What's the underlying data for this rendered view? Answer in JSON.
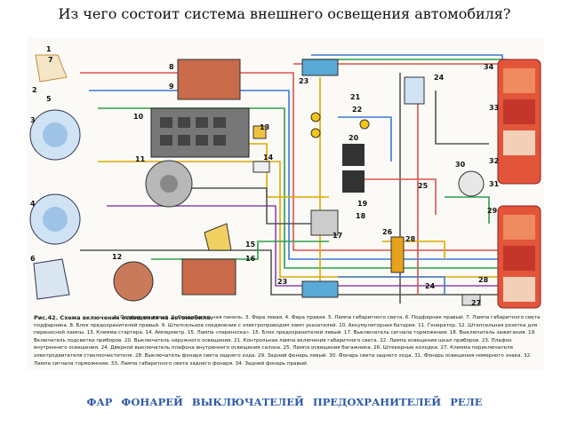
{
  "title": "Из чего состоит система внешнего освещения автомобиля?",
  "caption": {
    "heading": "Рис.42. Схема включения освещения на автомобиле.",
    "body": "1. Подфарник левый. 2. Соединительная панель. 3. Фара левая. 4. Фара правая. 5. Лампа габаритного света. 6. Подфарник правый. 7. Лампа габаритного света подфарника. 8. Блок предохранителей правый. 9. Штепсельное соединение с электропроводом ламп указателей. 10. Аккумуляторная батарея. 11. Генератор. 12. Штепсельная розетка для переносной лампы. 13. Клемма стартера. 14. Амперметр. 15. Лампа «переноска». 15. Блок предохранителей левый. 17. Выключатель сигнала торможения. 18. Выключатель зажигания. 19. Включатель подсветки приборов. 20. Выключатель наружного освещения. 21. Контрольная лампа включения габаритного света. 22. Лампа освещения шкал приборов. 23. Плафон внутреннего освещения. 24. Дверной выключатель плафона внутреннего освещения салона. 25. Лампа освещения багажника. 26. Штекерные колодки. 27. Клемма переключателя электродвигателя стеклоочистителя. 28. Выключатель фонаря света заднего хода. 29. Задний фонарь левый. 30. Фонарь света заднего хода. 31. Фонарь освещения номерного знака. 32. Лампа сигнала торможения. 33. Лампа габаритного света заднего фонаря. 34. Задний фонарь правый."
  },
  "labels": [
    "1",
    "2",
    "3",
    "4",
    "5",
    "6",
    "7",
    "8",
    "9",
    "10",
    "11",
    "12",
    "13",
    "14",
    "15",
    "16",
    "17",
    "18",
    "19",
    "20",
    "21",
    "22",
    "23",
    "23",
    "24",
    "24",
    "25",
    "26",
    "27",
    "28",
    "28",
    "29",
    "30",
    "31",
    "32",
    "33",
    "34"
  ],
  "footer": {
    "items": [
      "ФАР",
      "ФОНАРЕЙ",
      "ВЫКЛЮЧАТЕЛЕЙ",
      "ПРЕДОХРАНИТЕЛЕЙ",
      "РЕЛЕ"
    ]
  }
}
